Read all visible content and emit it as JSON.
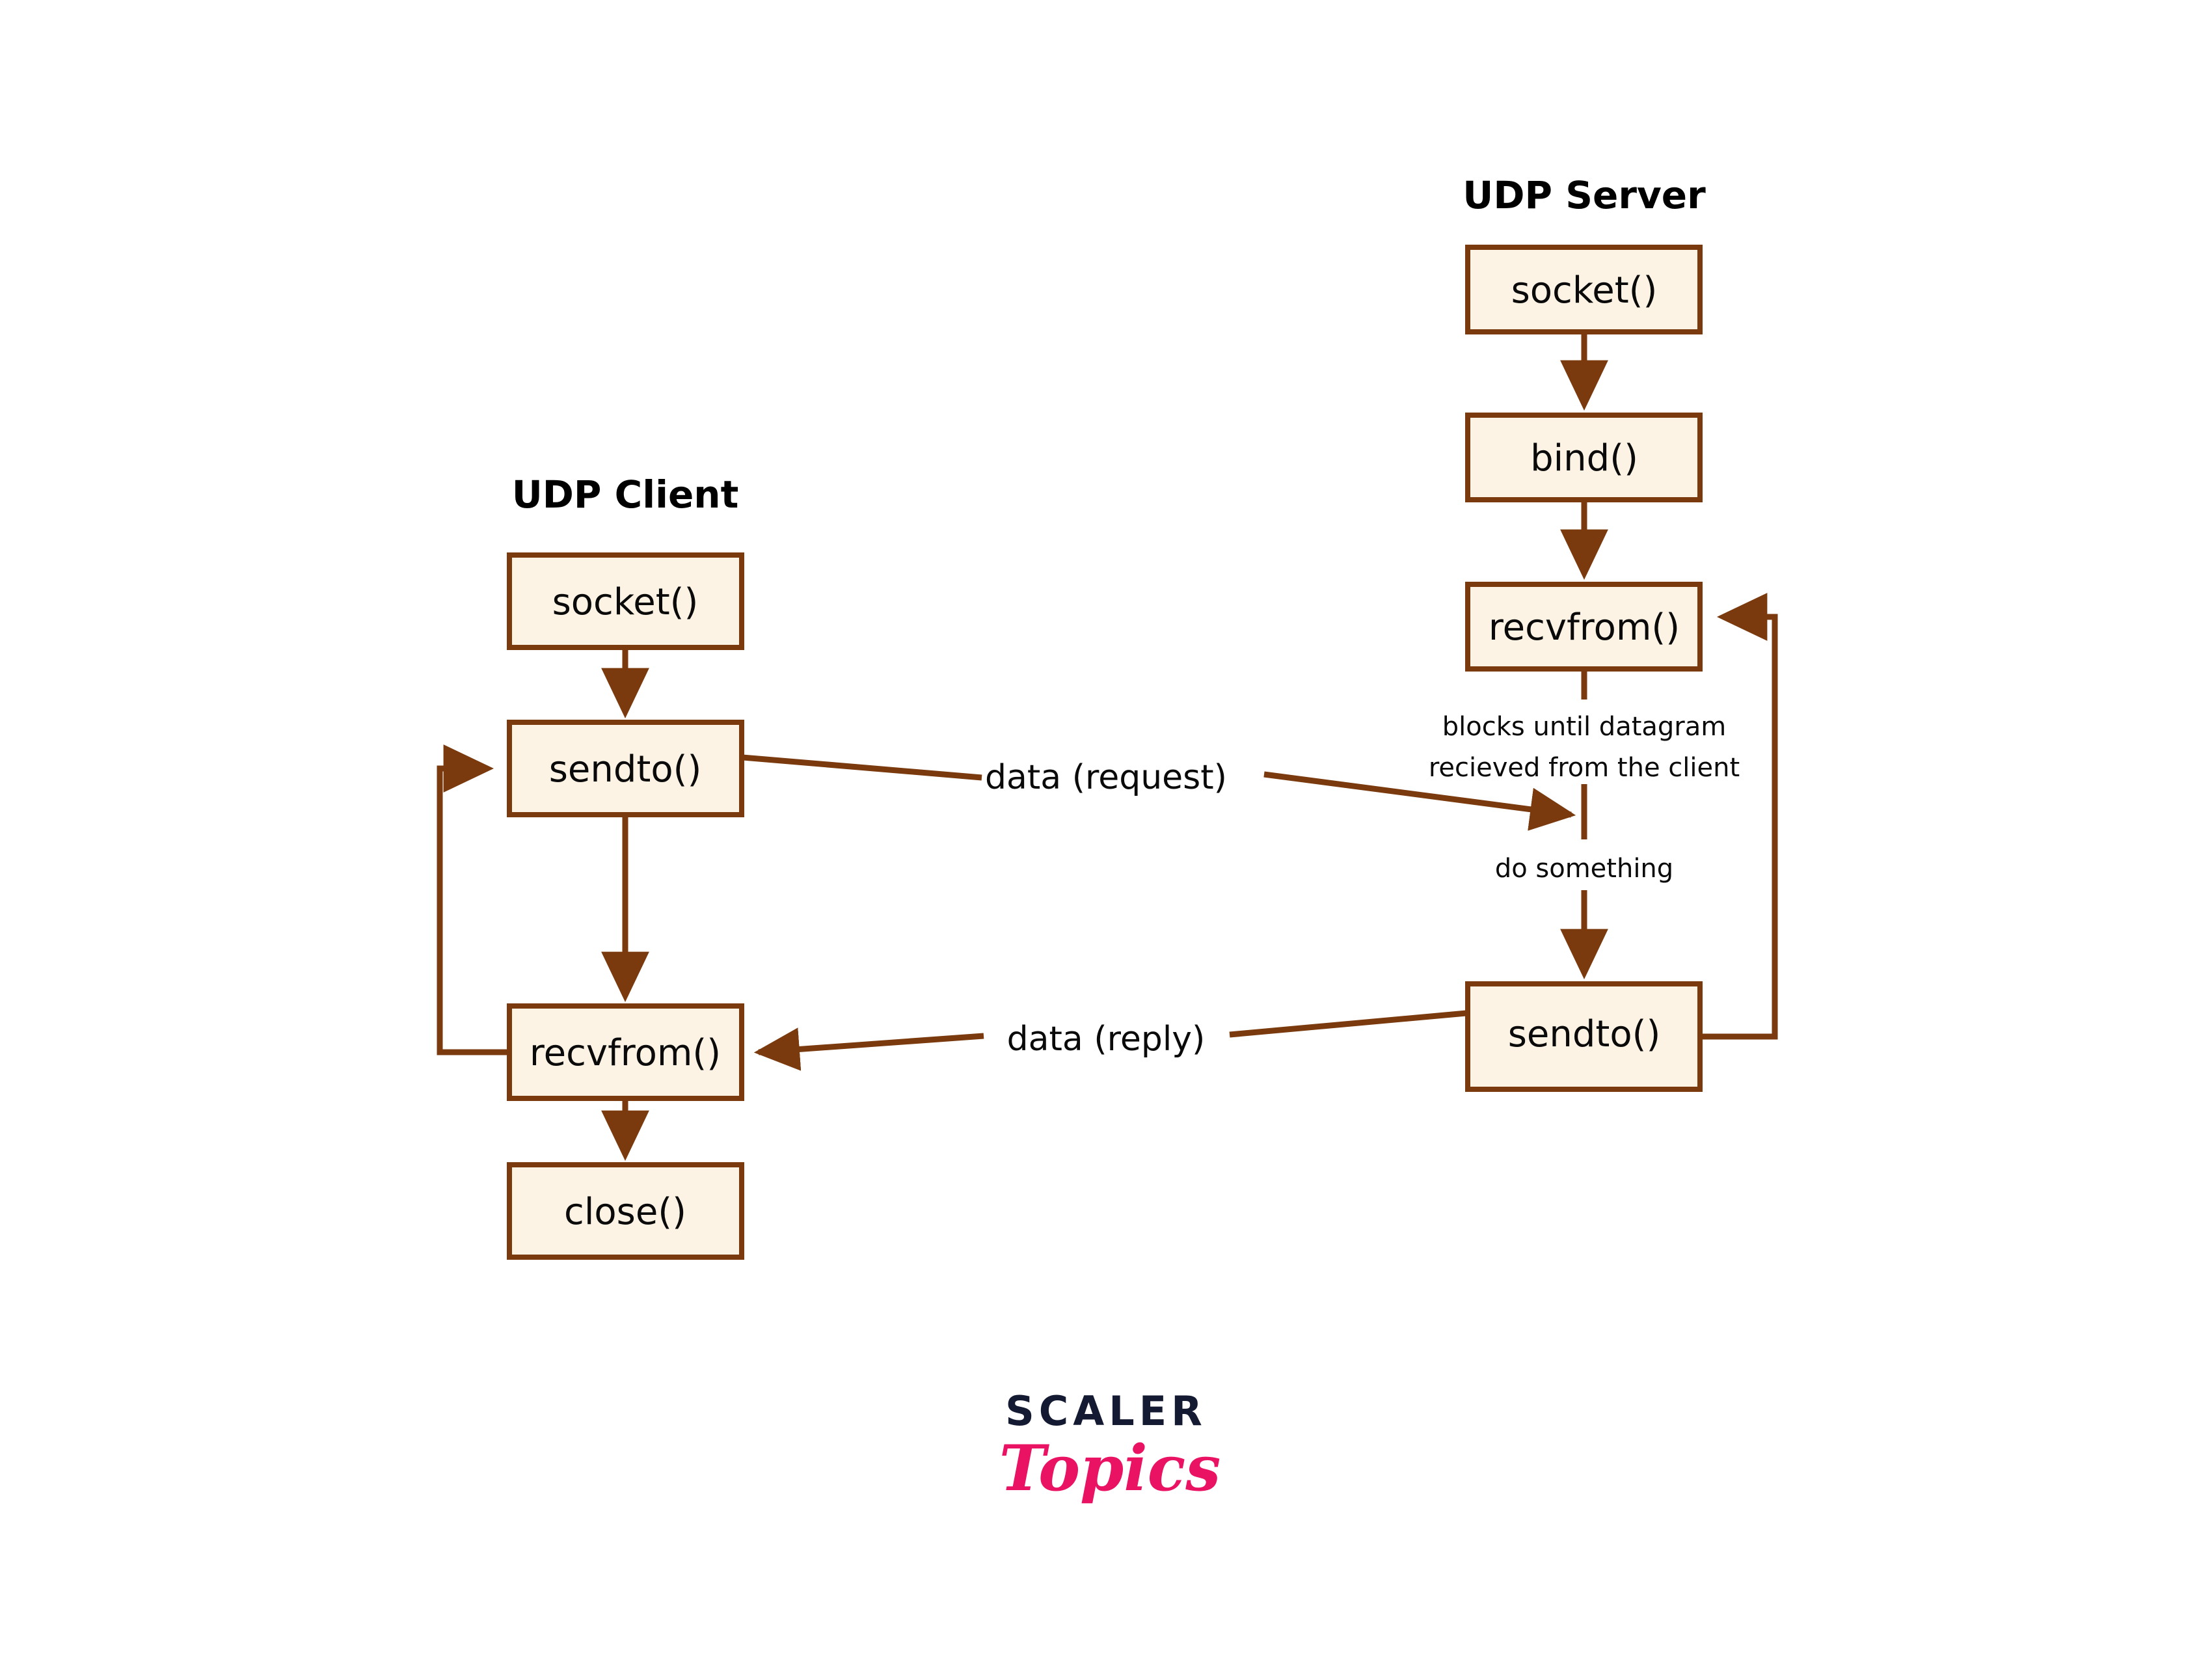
{
  "diagram": {
    "title_client": "UDP Client",
    "title_server": "UDP Server",
    "colors": {
      "box_fill": "#FCF3E5",
      "box_stroke": "#7A3A0E",
      "arrow": "#7A3A0E",
      "text": "#0A0A0A",
      "brand_dark": "#141A32",
      "brand_pink": "#EA1263",
      "background": "#FFFFFF"
    },
    "client": {
      "nodes": [
        {
          "id": "client-socket",
          "label": "socket()"
        },
        {
          "id": "client-sendto",
          "label": "sendto()"
        },
        {
          "id": "client-recvfrom",
          "label": "recvfrom()"
        },
        {
          "id": "client-close",
          "label": "close()"
        }
      ]
    },
    "server": {
      "nodes": [
        {
          "id": "server-socket",
          "label": "socket()"
        },
        {
          "id": "server-bind",
          "label": "bind()"
        },
        {
          "id": "server-recvfrom",
          "label": "recvfrom()"
        },
        {
          "id": "server-sendto",
          "label": "sendto()"
        }
      ],
      "notes": [
        {
          "id": "blocks-note-line1",
          "label": "blocks until datagram"
        },
        {
          "id": "blocks-note-line2",
          "label": "recieved from the client"
        },
        {
          "id": "do-something-note",
          "label": "do something"
        }
      ]
    },
    "edges": [
      {
        "id": "request-edge",
        "label": "data (request)"
      },
      {
        "id": "reply-edge",
        "label": "data (reply)"
      }
    ]
  },
  "branding": {
    "word_mark": "SCALER",
    "script_mark": "Topics"
  }
}
